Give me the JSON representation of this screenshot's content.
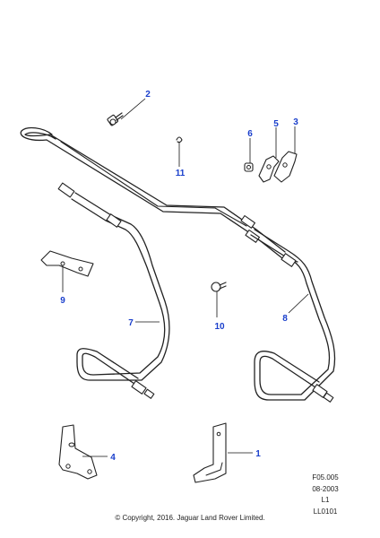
{
  "callouts": {
    "c1": "1",
    "c2": "2",
    "c3": "3",
    "c4": "4",
    "c5": "5",
    "c6": "6",
    "c7": "7",
    "c8": "8",
    "c9": "9",
    "c10": "10",
    "c11": "11"
  },
  "reference_codes": [
    "F05.005",
    "08-2003",
    "L1",
    "LL0101"
  ],
  "copyright": "© Copyright, 2016. Jaguar Land Rover Limited.",
  "colors": {
    "callout": "#1a3fcc",
    "line": "#222222"
  }
}
